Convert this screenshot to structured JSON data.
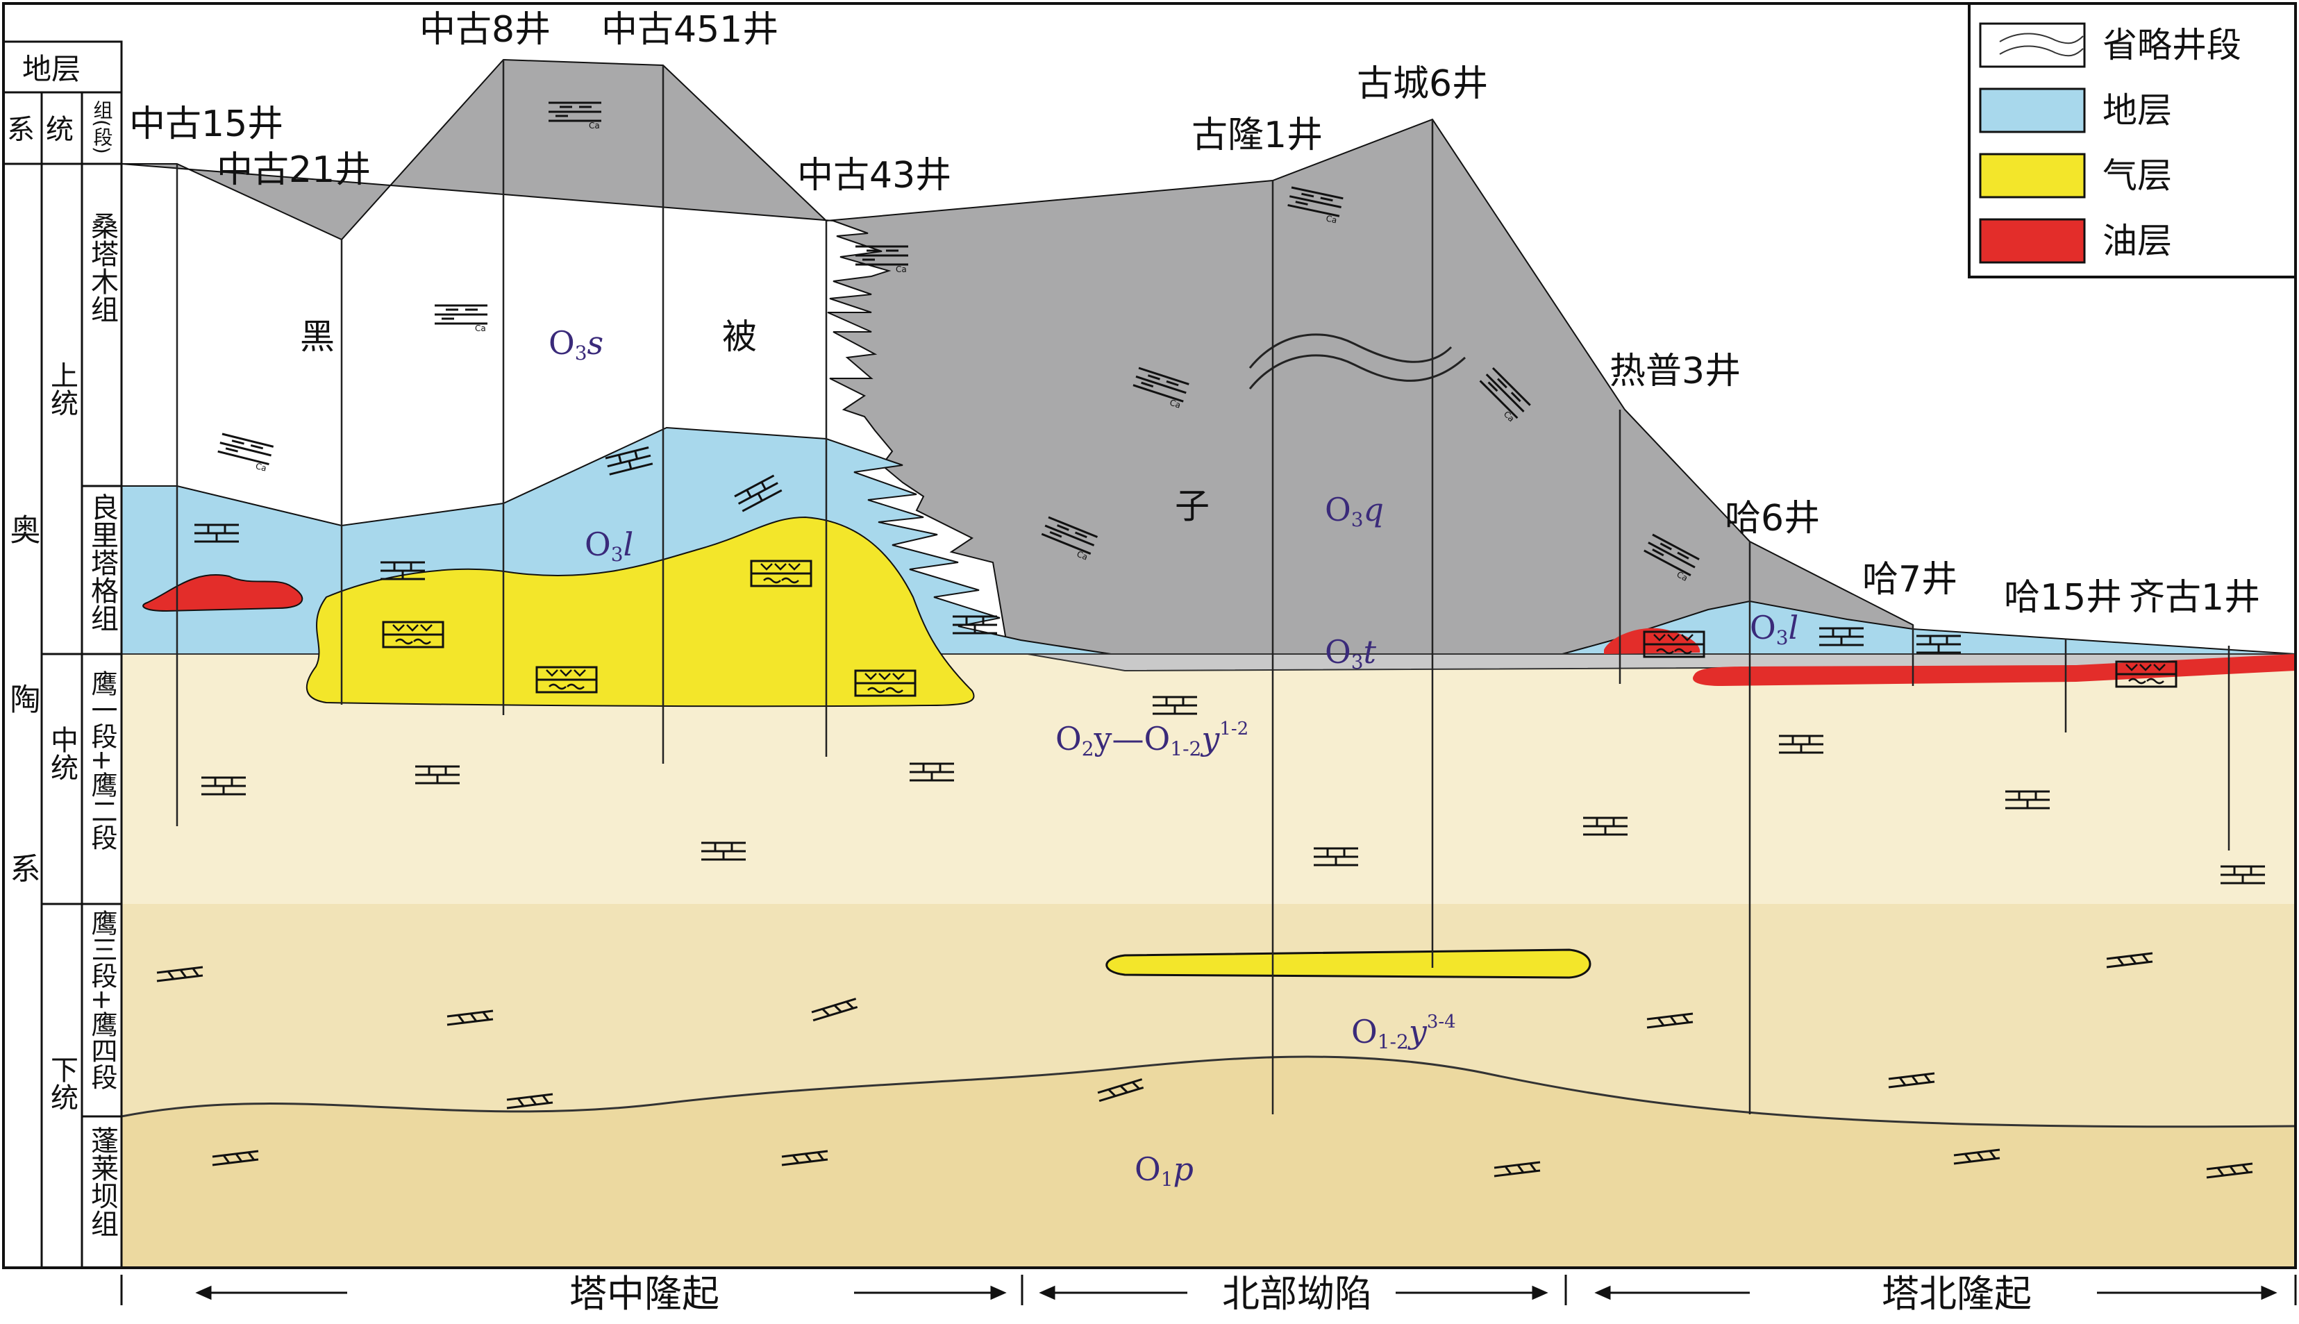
{
  "colors": {
    "upper_gray": "#a9a9aa",
    "blue_stratum": "#a8d8ec",
    "gas_yellow": "#f3e62a",
    "oil_red": "#e32d2a",
    "mid_beige": "#f7eed0",
    "lower_beige": "#f1e3b7",
    "penglai_beige": "#ecd9a0",
    "unit_label": "#3a2a7a"
  },
  "column": {
    "header": "地层",
    "sub_headers": [
      "系",
      "统",
      "组(段)"
    ],
    "system": "奥陶系",
    "series": [
      "上统",
      "中统",
      "下统"
    ],
    "formations": [
      "桑塔木组",
      "良里塔格组",
      "鹰一段+鹰二段",
      "鹰三段+鹰四段",
      "蓬莱坝组"
    ]
  },
  "wells": [
    "中古15井",
    "中古21井",
    "中古8井",
    "中古451井",
    "中古43井",
    "古隆1井",
    "古城6井",
    "热普3井",
    "哈6井",
    "哈7井",
    "哈15井",
    "齐古1井"
  ],
  "legend": [
    {
      "label": "省略井段",
      "icon": "omitted-section"
    },
    {
      "label": "地层",
      "icon": "stratum-fill"
    },
    {
      "label": "气层",
      "icon": "gas-fill"
    },
    {
      "label": "油层",
      "icon": "oil-fill"
    }
  ],
  "heizi": [
    "黑",
    "被",
    "子"
  ],
  "units": {
    "o3s": {
      "a": "O",
      "sub": "3",
      "b": "s"
    },
    "o3l": {
      "a": "O",
      "sub": "3",
      "b": "l"
    },
    "o3q": {
      "a": "O",
      "sub": "3",
      "b": "q"
    },
    "o3t": {
      "a": "O",
      "sub": "3",
      "b": "t"
    },
    "o3l_east": {
      "a": "O",
      "sub": "3",
      "b": "l"
    },
    "o2y": {
      "a": "O",
      "sub1": "2",
      "b": "y—O",
      "sub2": "1-2",
      "c": "y",
      "sup": "1-2"
    },
    "o12y": {
      "a": "O",
      "sub": "1-2",
      "b": "y",
      "sup": "3-4"
    },
    "o1p": {
      "a": "O",
      "sub": "1",
      "b": "p"
    }
  },
  "regions": [
    "塔中隆起",
    "北部坳陷",
    "塔北隆起"
  ]
}
